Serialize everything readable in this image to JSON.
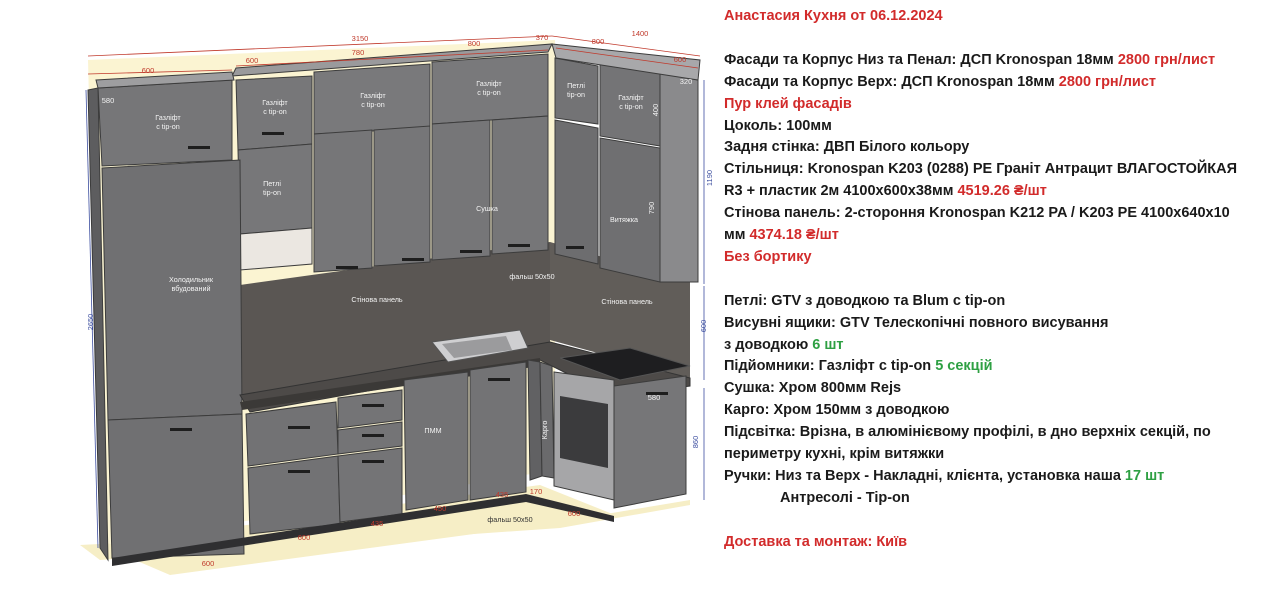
{
  "spec": {
    "title": "Анастасия Кухня от 06.12.2024",
    "lines": [
      {
        "parts": [
          {
            "text": "Фасади та Корпус Низ та Пенал: ДСП Kronospan 18мм "
          },
          {
            "text": "2800 грн/лист",
            "color": "red"
          }
        ]
      },
      {
        "parts": [
          {
            "text": "Фасади та Корпус Верх: ДСП Kronospan 18мм "
          },
          {
            "text": "2800 грн/лист",
            "color": "red"
          }
        ]
      },
      {
        "parts": [
          {
            "text": "Пур клей фасадів",
            "color": "red"
          }
        ]
      },
      {
        "parts": [
          {
            "text": "Цоколь: 100мм"
          }
        ]
      },
      {
        "parts": [
          {
            "text": "Задня стінка: ДВП Білого кольору"
          }
        ]
      },
      {
        "parts": [
          {
            "text": "Стільниця: Kronospan K203 (0288) PE Граніт Антрацит ВЛАГОСТОЙКАЯ"
          }
        ]
      },
      {
        "parts": [
          {
            "text": "R3 + пластик 2м 4100х600х38мм "
          },
          {
            "text": "4519.26 ₴/шт",
            "color": "red"
          }
        ]
      },
      {
        "parts": [
          {
            "text": "Стінова панель: 2-стороння Kronospan K212 PA / K203 PE 4100х640х10"
          }
        ]
      },
      {
        "parts": [
          {
            "text": "мм "
          },
          {
            "text": "4374.18 ₴/шт",
            "color": "red"
          }
        ]
      },
      {
        "parts": [
          {
            "text": "Без бортику",
            "color": "red"
          }
        ]
      },
      {
        "gap": true
      },
      {
        "parts": [
          {
            "text": "Петлі: GTV з доводкою та Blum с tip-on"
          }
        ]
      },
      {
        "parts": [
          {
            "text": "Висувні ящики: GTV Телескопічні повного висування"
          }
        ]
      },
      {
        "parts": [
          {
            "text": "з доводкою "
          },
          {
            "text": "6 шт",
            "color": "green"
          }
        ]
      },
      {
        "parts": [
          {
            "text": "Підйомники: Газліфт с tip-on "
          },
          {
            "text": "5 секцій",
            "color": "green"
          }
        ]
      },
      {
        "parts": [
          {
            "text": "Сушка: Хром 800мм Rejs"
          }
        ]
      },
      {
        "parts": [
          {
            "text": "Карго: Хром 150мм з доводкою"
          }
        ]
      },
      {
        "parts": [
          {
            "text": "Підсвітка: Врізна, в алюмінієвому профілі, в дно верхніх секцій, по"
          }
        ]
      },
      {
        "parts": [
          {
            "text": "периметру кухні, крім витяжки"
          }
        ]
      },
      {
        "parts": [
          {
            "text": "Ручки: Низ та Верх - Накладні, клієнта, установка наша "
          },
          {
            "text": "17 шт",
            "color": "green"
          }
        ]
      },
      {
        "indent": true,
        "parts": [
          {
            "text": "Антресолі - Tip-on"
          }
        ]
      },
      {
        "gap": true
      },
      {
        "parts": [
          {
            "text": "Доставка та монтаж: Київ",
            "color": "red"
          }
        ]
      }
    ]
  },
  "render": {
    "labels": {
      "gas_lift_1": "Газліфт\nс tip-on",
      "gas_lift_2": "Газліфт\nс tip-on",
      "gas_lift_3": "Газліфт\nс tip-on",
      "gas_lift_4": "Газліфт\nс tip-on",
      "gas_lift_5": "Газліфт\nс tip-on",
      "hinges_top": "Петлі\ntip-on",
      "hinges_corner": "Петлі\ntip-on",
      "fridge": "Холодильник\nвбудований",
      "dryer": "Сушка",
      "hood": "Витяжка",
      "wall_panel_1": "Стінова панель",
      "wall_panel_2": "Стінова панель",
      "filler_top": "фальш 50х50",
      "filler_bottom": "фальш 50х50",
      "dishwasher": "ПММ",
      "cargo": "Карго"
    },
    "dims": {
      "d3150": "3150",
      "d370": "370",
      "d800a": "800",
      "d1400": "1400",
      "d600a": "600",
      "d600b": "600",
      "d780": "780",
      "d800b": "800",
      "d600c": "600",
      "d320": "320",
      "d580a": "580",
      "d400": "400",
      "d1190": "1190",
      "d790": "790",
      "d2650": "2650",
      "d600d": "600",
      "d580b": "580",
      "d860": "860",
      "d600e": "600",
      "d435a": "435",
      "d450": "450",
      "d435b": "435",
      "d170": "170",
      "d600f": "600",
      "d600g": "600"
    },
    "colors": {
      "cabinet": "#6f6f71",
      "cabinet_dark": "#575759",
      "panel": "#5b5754",
      "floor": "#f6eec6",
      "wall": "#fbf4d2",
      "dim_red": "#c0392b",
      "dim_blue": "#3d4fa0"
    }
  }
}
